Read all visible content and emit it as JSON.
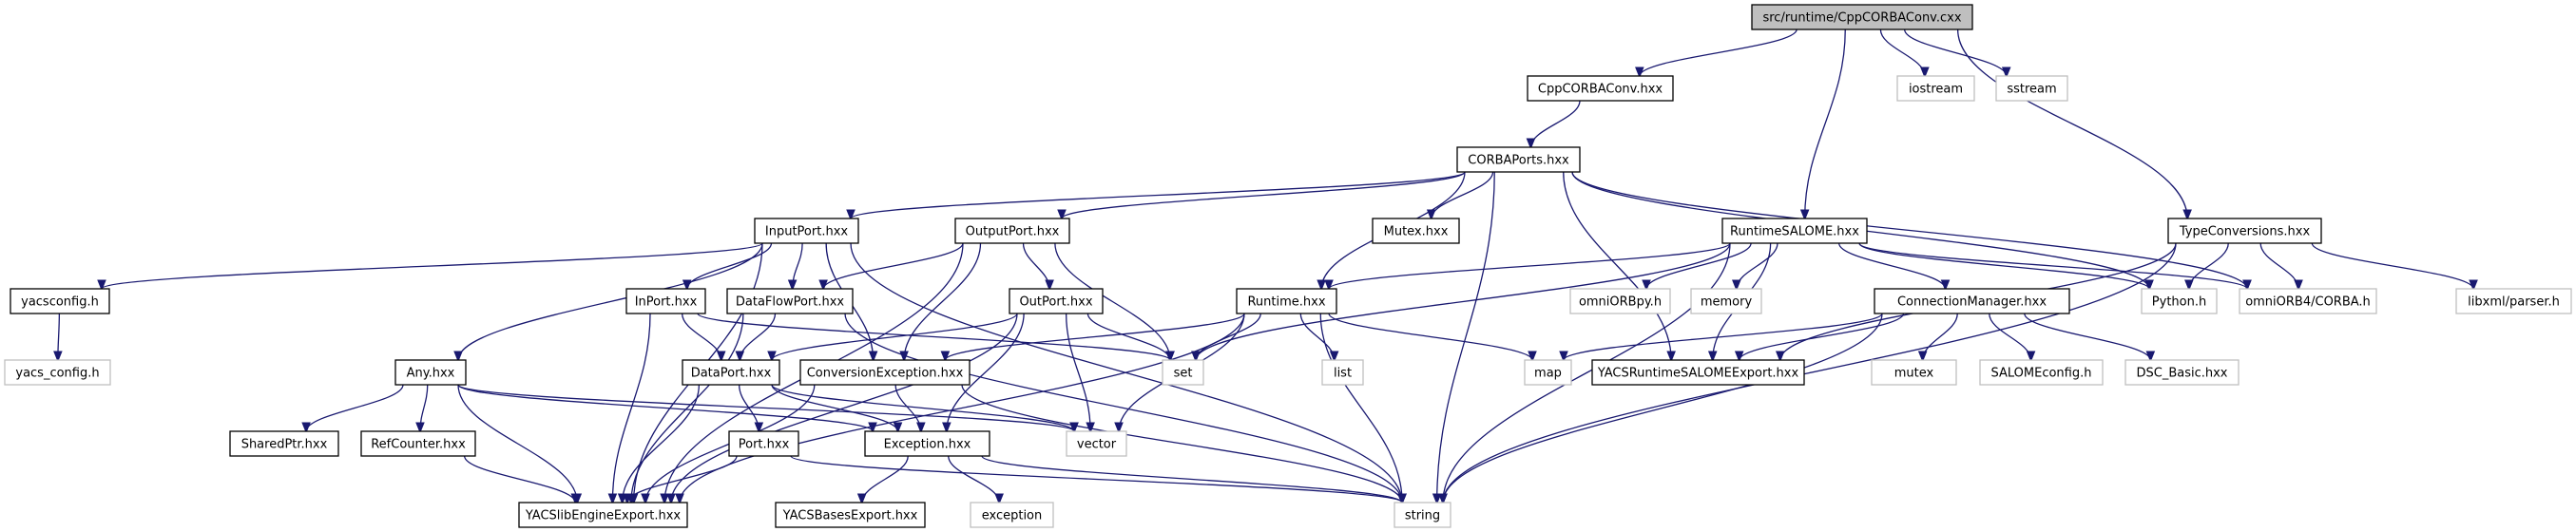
{
  "diagram": {
    "title": "src/runtime/CppCORBAConv.cxx",
    "type": "include-dependency-graph",
    "colors": {
      "edge": "#191970",
      "root_fill": "#bfbfbf",
      "node_border": "#000000",
      "external_border": "#bfbfbf"
    },
    "nodes": [
      {
        "id": "root",
        "label": "src/runtime/CppCORBAConv.cxx",
        "kind": "root"
      },
      {
        "id": "iostream",
        "label": "iostream",
        "kind": "ext"
      },
      {
        "id": "sstream",
        "label": "sstream",
        "kind": "ext"
      },
      {
        "id": "cppcorbaconv",
        "label": "CppCORBAConv.hxx",
        "kind": "solid"
      },
      {
        "id": "corbaports",
        "label": "CORBAPorts.hxx",
        "kind": "solid"
      },
      {
        "id": "inputport",
        "label": "InputPort.hxx",
        "kind": "solid"
      },
      {
        "id": "outputport",
        "label": "OutputPort.hxx",
        "kind": "solid"
      },
      {
        "id": "mutexhxx",
        "label": "Mutex.hxx",
        "kind": "solid"
      },
      {
        "id": "runtimesalome",
        "label": "RuntimeSALOME.hxx",
        "kind": "solid"
      },
      {
        "id": "typeconversions",
        "label": "TypeConversions.hxx",
        "kind": "solid"
      },
      {
        "id": "yacsconfig",
        "label": "yacsconfig.h",
        "kind": "solid"
      },
      {
        "id": "yacs_config",
        "label": "yacs_config.h",
        "kind": "ext"
      },
      {
        "id": "inport",
        "label": "InPort.hxx",
        "kind": "solid"
      },
      {
        "id": "dataflowport",
        "label": "DataFlowPort.hxx",
        "kind": "solid"
      },
      {
        "id": "outport",
        "label": "OutPort.hxx",
        "kind": "solid"
      },
      {
        "id": "runtime",
        "label": "Runtime.hxx",
        "kind": "solid"
      },
      {
        "id": "omniorbpy",
        "label": "omniORBpy.h",
        "kind": "ext"
      },
      {
        "id": "memory",
        "label": "memory",
        "kind": "ext"
      },
      {
        "id": "connmgr",
        "label": "ConnectionManager.hxx",
        "kind": "solid"
      },
      {
        "id": "python",
        "label": "Python.h",
        "kind": "ext"
      },
      {
        "id": "omniorb4",
        "label": "omniORB4/CORBA.h",
        "kind": "ext"
      },
      {
        "id": "libxml",
        "label": "libxml/parser.h",
        "kind": "ext"
      },
      {
        "id": "any",
        "label": "Any.hxx",
        "kind": "solid"
      },
      {
        "id": "dataport",
        "label": "DataPort.hxx",
        "kind": "solid"
      },
      {
        "id": "convexc",
        "label": "ConversionException.hxx",
        "kind": "solid"
      },
      {
        "id": "set",
        "label": "set",
        "kind": "ext"
      },
      {
        "id": "list",
        "label": "list",
        "kind": "ext"
      },
      {
        "id": "map",
        "label": "map",
        "kind": "ext"
      },
      {
        "id": "yacsrtsalome",
        "label": "YACSRuntimeSALOMEExport.hxx",
        "kind": "solid"
      },
      {
        "id": "mutex",
        "label": "mutex",
        "kind": "ext"
      },
      {
        "id": "salomeconfig",
        "label": "SALOMEconfig.h",
        "kind": "ext"
      },
      {
        "id": "dscbasic",
        "label": "DSC_Basic.hxx",
        "kind": "ext"
      },
      {
        "id": "sharedptr",
        "label": "SharedPtr.hxx",
        "kind": "solid"
      },
      {
        "id": "refcounter",
        "label": "RefCounter.hxx",
        "kind": "solid"
      },
      {
        "id": "port",
        "label": "Port.hxx",
        "kind": "solid"
      },
      {
        "id": "exception_hxx",
        "label": "Exception.hxx",
        "kind": "solid"
      },
      {
        "id": "vector",
        "label": "vector",
        "kind": "ext"
      },
      {
        "id": "yacslibengine",
        "label": "YACSlibEngineExport.hxx",
        "kind": "solid"
      },
      {
        "id": "yacsbases",
        "label": "YACSBasesExport.hxx",
        "kind": "solid"
      },
      {
        "id": "exception",
        "label": "exception",
        "kind": "ext"
      },
      {
        "id": "string",
        "label": "string",
        "kind": "ext"
      }
    ],
    "edges": [
      [
        "root",
        "cppcorbaconv"
      ],
      [
        "root",
        "iostream"
      ],
      [
        "root",
        "sstream"
      ],
      [
        "root",
        "runtimesalome"
      ],
      [
        "root",
        "typeconversions"
      ],
      [
        "cppcorbaconv",
        "corbaports"
      ],
      [
        "corbaports",
        "inputport"
      ],
      [
        "corbaports",
        "outputport"
      ],
      [
        "corbaports",
        "mutexhxx"
      ],
      [
        "corbaports",
        "runtime"
      ],
      [
        "corbaports",
        "string"
      ],
      [
        "corbaports",
        "yacsrtsalome"
      ],
      [
        "corbaports",
        "python"
      ],
      [
        "corbaports",
        "omniorb4"
      ],
      [
        "inputport",
        "yacsconfig"
      ],
      [
        "inputport",
        "inport"
      ],
      [
        "inputport",
        "dataflowport"
      ],
      [
        "inputport",
        "any"
      ],
      [
        "inputport",
        "convexc"
      ],
      [
        "inputport",
        "yacslibengine"
      ],
      [
        "inputport",
        "string"
      ],
      [
        "outputport",
        "outport"
      ],
      [
        "outputport",
        "dataflowport"
      ],
      [
        "outputport",
        "convexc"
      ],
      [
        "outputport",
        "set"
      ],
      [
        "outputport",
        "yacslibengine"
      ],
      [
        "yacsconfig",
        "yacs_config"
      ],
      [
        "inport",
        "dataport"
      ],
      [
        "inport",
        "yacslibengine"
      ],
      [
        "inport",
        "set"
      ],
      [
        "dataflowport",
        "dataport"
      ],
      [
        "dataflowport",
        "yacslibengine"
      ],
      [
        "dataflowport",
        "string"
      ],
      [
        "outport",
        "dataport"
      ],
      [
        "outport",
        "exception_hxx"
      ],
      [
        "outport",
        "yacslibengine"
      ],
      [
        "outport",
        "set"
      ],
      [
        "outport",
        "vector"
      ],
      [
        "runtime",
        "convexc"
      ],
      [
        "runtime",
        "set"
      ],
      [
        "runtime",
        "list"
      ],
      [
        "runtime",
        "vector"
      ],
      [
        "runtime",
        "string"
      ],
      [
        "runtime",
        "map"
      ],
      [
        "runtime",
        "yacslibengine"
      ],
      [
        "runtimesalome",
        "runtime"
      ],
      [
        "runtimesalome",
        "set"
      ],
      [
        "runtimesalome",
        "omniorbpy"
      ],
      [
        "runtimesalome",
        "memory"
      ],
      [
        "runtimesalome",
        "connmgr"
      ],
      [
        "runtimesalome",
        "yacsrtsalome"
      ],
      [
        "runtimesalome",
        "python"
      ],
      [
        "runtimesalome",
        "omniorb4"
      ],
      [
        "runtimesalome",
        "string"
      ],
      [
        "typeconversions",
        "python"
      ],
      [
        "typeconversions",
        "omniorb4"
      ],
      [
        "typeconversions",
        "libxml"
      ],
      [
        "typeconversions",
        "yacsrtsalome"
      ],
      [
        "typeconversions",
        "string"
      ],
      [
        "connmgr",
        "map"
      ],
      [
        "connmgr",
        "yacsrtsalome"
      ],
      [
        "connmgr",
        "mutex"
      ],
      [
        "connmgr",
        "salomeconfig"
      ],
      [
        "connmgr",
        "dscbasic"
      ],
      [
        "connmgr",
        "string"
      ],
      [
        "any",
        "sharedptr"
      ],
      [
        "any",
        "refcounter"
      ],
      [
        "any",
        "exception_hxx"
      ],
      [
        "any",
        "vector"
      ],
      [
        "any",
        "yacslibengine"
      ],
      [
        "dataport",
        "port"
      ],
      [
        "dataport",
        "exception_hxx"
      ],
      [
        "dataport",
        "yacslibengine"
      ],
      [
        "dataport",
        "vector"
      ],
      [
        "convexc",
        "exception_hxx"
      ],
      [
        "convexc",
        "yacslibengine"
      ],
      [
        "convexc",
        "string"
      ],
      [
        "refcounter",
        "yacslibengine"
      ],
      [
        "port",
        "yacslibengine"
      ],
      [
        "port",
        "string"
      ],
      [
        "exception_hxx",
        "yacsbases"
      ],
      [
        "exception_hxx",
        "exception"
      ],
      [
        "exception_hxx",
        "string"
      ]
    ]
  }
}
